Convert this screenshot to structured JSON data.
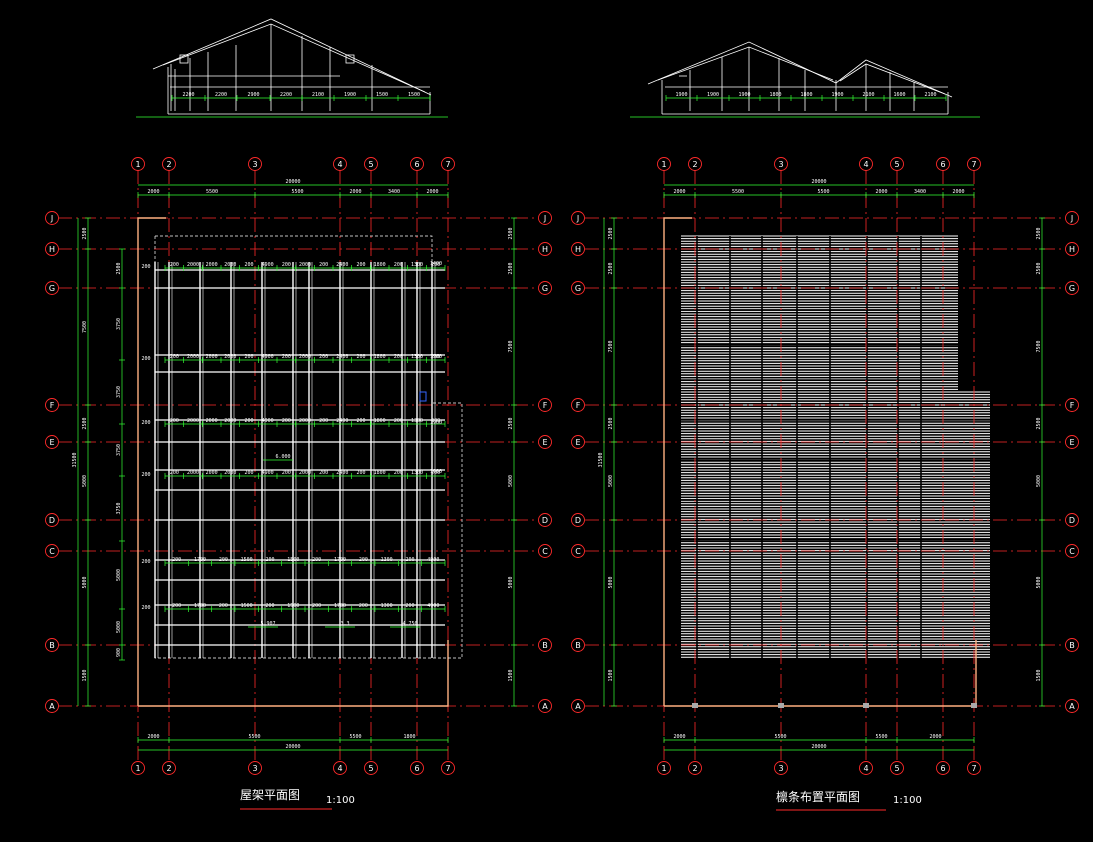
{
  "colors": {
    "background": "#000000",
    "grid_axis": "#ff2a2a",
    "dimension": "#33ff33",
    "member": "#ffffff",
    "wall": "#ffb080",
    "highlight": "#3366ff"
  },
  "left_plan": {
    "title": "屋架平面图",
    "scale": "1:100",
    "col_labels": [
      "1",
      "2",
      "3",
      "4",
      "5",
      "6",
      "7"
    ],
    "row_labels": [
      "J",
      "H",
      "G",
      "F",
      "E",
      "D",
      "C",
      "B",
      "A"
    ],
    "top_total": "20000",
    "top_bays": [
      "2000",
      "5500",
      "5500",
      "2000",
      "3400",
      "2000"
    ],
    "bottom_total": "20000",
    "bottom_bays": [
      "2000",
      "5500",
      "5500",
      "1800"
    ],
    "left_total": "31500",
    "left_segments": [
      "2500",
      "7500",
      "2500",
      "5000",
      "5000",
      "1500"
    ],
    "inner_left_segments": [
      "2500",
      "3750",
      "3750",
      "3750",
      "3750",
      "5000",
      "5000",
      "900"
    ],
    "right_segments": [
      "2500",
      "2500",
      "7500",
      "2500",
      "5000",
      "5000",
      "1500"
    ],
    "row_dim_values": [
      "200",
      "2000",
      "2000",
      "2000",
      "200",
      "4900",
      "200",
      "2000",
      "200",
      "2400",
      "200",
      "1800",
      "200",
      "1300",
      "200"
    ],
    "row_dim_values_short": [
      "200",
      "1700",
      "200",
      "1500",
      "200",
      "1500",
      "200",
      "1700",
      "200",
      "1300",
      "200",
      "4900"
    ],
    "right_marks": [
      "1400",
      "1900",
      "1900",
      "1900"
    ],
    "levels": [
      "6.000",
      "5.907",
      "3.3",
      "4.750"
    ]
  },
  "right_plan": {
    "title": "檩条布置平面图",
    "scale": "1:100",
    "col_labels": [
      "1",
      "2",
      "3",
      "4",
      "5",
      "6",
      "7"
    ],
    "row_labels": [
      "J",
      "H",
      "G",
      "F",
      "E",
      "D",
      "C",
      "B",
      "A"
    ],
    "top_total": "20000",
    "top_bays": [
      "2000",
      "5500",
      "5500",
      "2000",
      "3400",
      "2000"
    ],
    "bottom_total": "20000",
    "bottom_bays": [
      "2000",
      "5500",
      "5500",
      "2000"
    ],
    "left_total": "31500",
    "left_segments": [
      "2500",
      "2500",
      "7500",
      "2500",
      "5000",
      "5000",
      "1500"
    ],
    "right_segments": [
      "2500",
      "2500",
      "7500",
      "2500",
      "5000",
      "5000",
      "1500"
    ]
  },
  "left_elevation": {
    "dims": [
      "2200",
      "2200",
      "2900",
      "2200",
      "2100",
      "1900",
      "1500",
      "1500"
    ]
  },
  "right_elevation": {
    "dims": [
      "1900",
      "1900",
      "1900",
      "1800",
      "1800",
      "1900",
      "2100",
      "1600",
      "2100"
    ]
  }
}
